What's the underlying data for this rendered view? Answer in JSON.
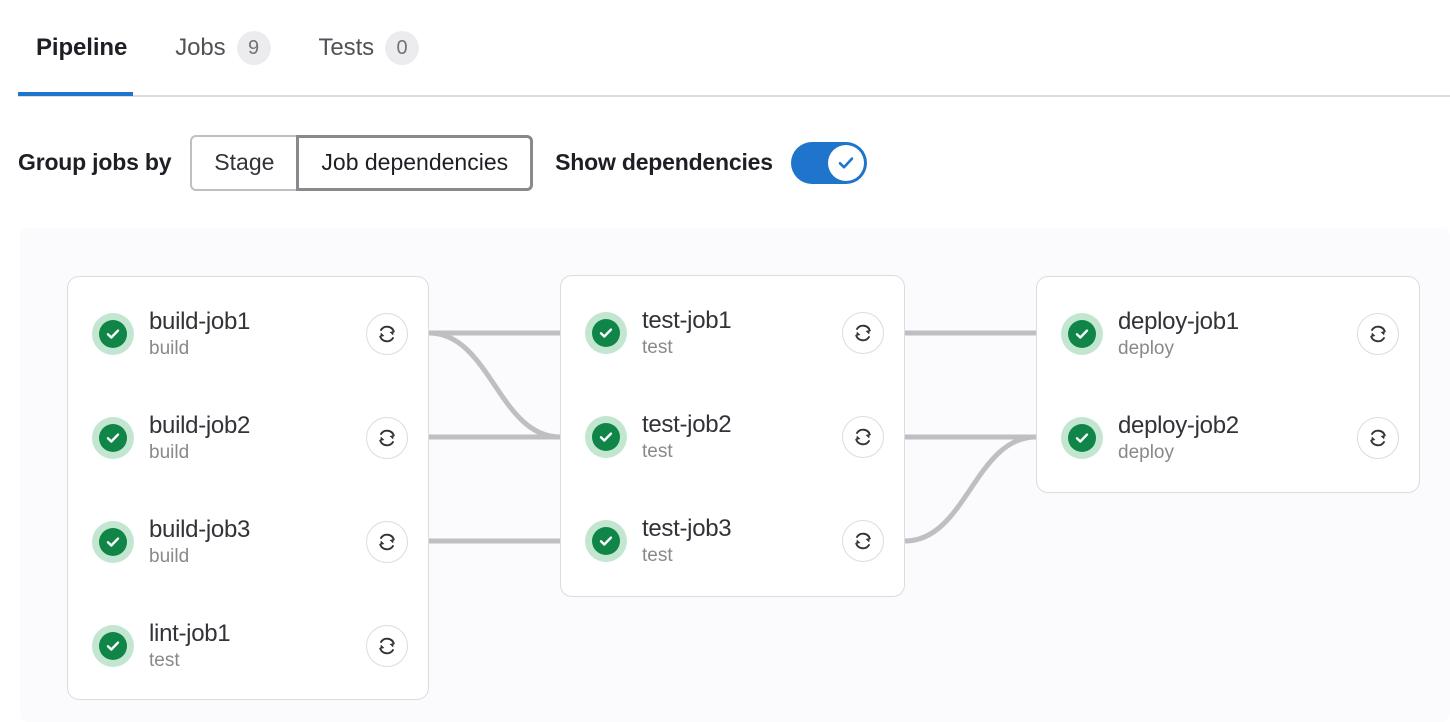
{
  "tabs": [
    {
      "label": "Pipeline",
      "badge": null,
      "active": true
    },
    {
      "label": "Jobs",
      "badge": "9",
      "active": false
    },
    {
      "label": "Tests",
      "badge": "0",
      "active": false
    }
  ],
  "controls": {
    "group_jobs_by_label": "Group jobs by",
    "segmented": [
      {
        "label": "Stage",
        "selected": false
      },
      {
        "label": "Job dependencies",
        "selected": true
      }
    ],
    "show_dependencies_label": "Show dependencies",
    "show_dependencies_on": true
  },
  "colors": {
    "accent_blue": "#1f75cb",
    "success_green": "#108548",
    "success_halo": "#c3e6d1",
    "canvas_bg": "#fbfafd",
    "card_border": "#dcdcde",
    "link_line": "#bfbfc3",
    "text_primary": "#333238",
    "text_muted": "#89888d"
  },
  "icons": {
    "status": "status-success-icon",
    "retry": "retry-icon",
    "toggle_check": "check-icon"
  },
  "graph": {
    "stages": [
      {
        "id": "build",
        "jobs": [
          {
            "name": "build-job1",
            "stage": "build",
            "status": "success",
            "retry_label": "Retry"
          },
          {
            "name": "build-job2",
            "stage": "build",
            "status": "success",
            "retry_label": "Retry"
          },
          {
            "name": "build-job3",
            "stage": "build",
            "status": "success",
            "retry_label": "Retry"
          },
          {
            "name": "lint-job1",
            "stage": "test",
            "status": "success",
            "retry_label": "Retry"
          }
        ]
      },
      {
        "id": "test",
        "jobs": [
          {
            "name": "test-job1",
            "stage": "test",
            "status": "success",
            "retry_label": "Retry"
          },
          {
            "name": "test-job2",
            "stage": "test",
            "status": "success",
            "retry_label": "Retry"
          },
          {
            "name": "test-job3",
            "stage": "test",
            "status": "success",
            "retry_label": "Retry"
          }
        ]
      },
      {
        "id": "deploy",
        "jobs": [
          {
            "name": "deploy-job1",
            "stage": "deploy",
            "status": "success",
            "retry_label": "Retry"
          },
          {
            "name": "deploy-job2",
            "stage": "deploy",
            "status": "success",
            "retry_label": "Retry"
          }
        ]
      }
    ]
  }
}
